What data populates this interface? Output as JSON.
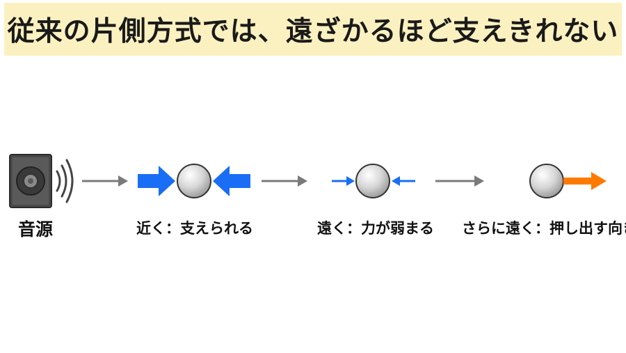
{
  "title": "従来の片側方式では、遠ざかるほど支えきれない",
  "colors": {
    "banner": "#fbf1c0",
    "strong_push": "#1a6ef5",
    "weak_push": "#1a6ef5",
    "outward_push": "#ff7a00",
    "connector": "#7a7a7a"
  },
  "icons": {
    "speaker": "speaker-icon",
    "ball": "sphere-icon"
  },
  "stages": [
    {
      "label": "音源"
    },
    {
      "label": "近く：支えられる"
    },
    {
      "label": "遠く：力が弱まる"
    },
    {
      "label": "さらに遠く：押し出す向きに"
    }
  ]
}
